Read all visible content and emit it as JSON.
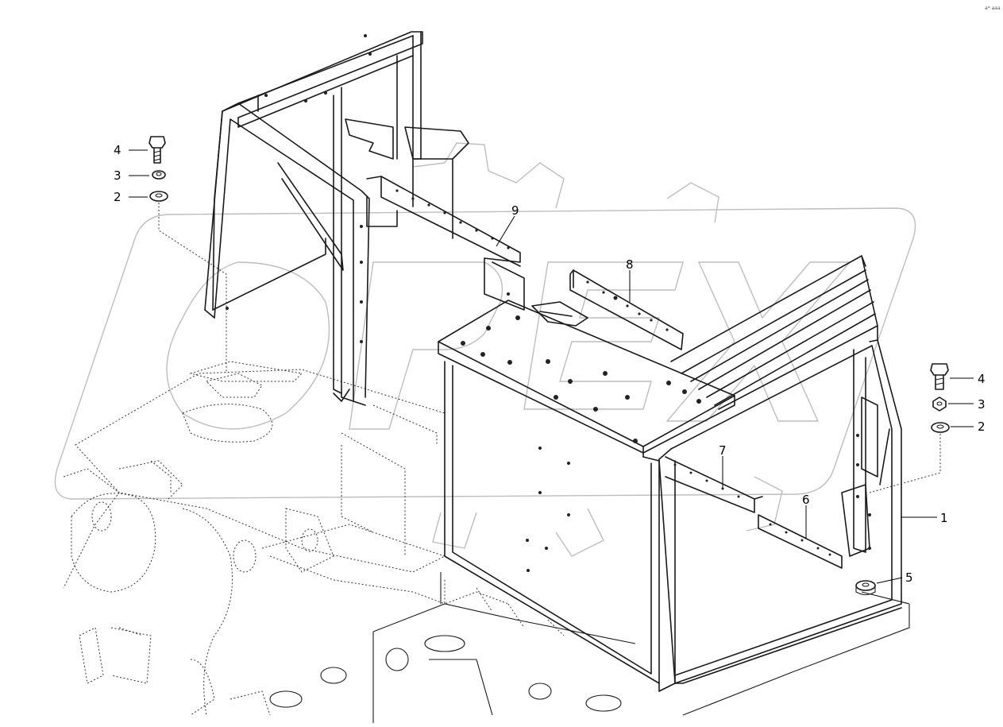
{
  "corner_code": "a* aaa",
  "watermark_text": "OPEX",
  "callouts": [
    {
      "id": "c4-left",
      "label": "4"
    },
    {
      "id": "c3-left",
      "label": "3"
    },
    {
      "id": "c2-left",
      "label": "2"
    },
    {
      "id": "c9",
      "label": "9"
    },
    {
      "id": "c8",
      "label": "8"
    },
    {
      "id": "c7",
      "label": "7"
    },
    {
      "id": "c6",
      "label": "6"
    },
    {
      "id": "c4-right",
      "label": "4"
    },
    {
      "id": "c3-right",
      "label": "3"
    },
    {
      "id": "c2-right",
      "label": "2"
    },
    {
      "id": "c1",
      "label": "1"
    },
    {
      "id": "c5",
      "label": "5"
    }
  ]
}
